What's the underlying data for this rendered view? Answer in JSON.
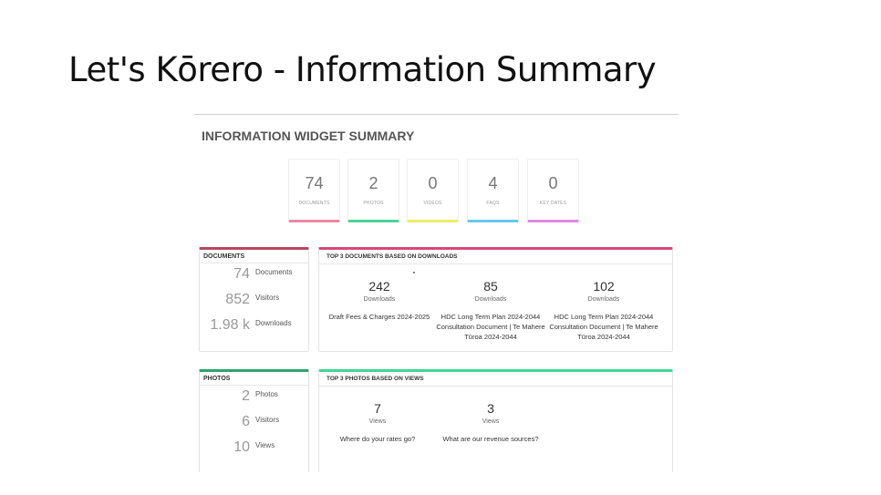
{
  "slide": {
    "title": "Let's Kōrero - Information Summary"
  },
  "widget": {
    "heading": "INFORMATION WIDGET SUMMARY",
    "stats": [
      {
        "value": "74",
        "label": "DOCUMENTS",
        "color": "#e98aa6"
      },
      {
        "value": "2",
        "label": "PHOTOS",
        "color": "#4fd29a"
      },
      {
        "value": "0",
        "label": "VIDEOS",
        "color": "#ecec6a"
      },
      {
        "value": "4",
        "label": "FAQS",
        "color": "#66c8ee"
      },
      {
        "value": "0",
        "label": "KEY DATES",
        "color": "#e187e1"
      }
    ]
  },
  "documents": {
    "heading": "DOCUMENTS",
    "accent": "#b8465f",
    "rows": [
      {
        "value": "74",
        "label": "Documents"
      },
      {
        "value": "852",
        "label": "Visitors"
      },
      {
        "value": "1.98 k",
        "label": "Downloads"
      }
    ],
    "top": {
      "heading": "TOP 3 DOCUMENTS BASED ON DOWNLOADS",
      "accent": "#d9467a",
      "items": [
        {
          "value": "242",
          "unit": "Downloads",
          "name": "Draft Fees & Charges 2024-2025"
        },
        {
          "value": "85",
          "unit": "Downloads",
          "name": "HDC Long Term Plan 2024-2044 Consultation Document | Te Mahere Tūroa 2024-2044"
        },
        {
          "value": "102",
          "unit": "Downloads",
          "name": "HDC Long Term Plan 2024-2044 Consultation Document | Te Mahere Tūroa 2024-2044"
        }
      ]
    }
  },
  "photos": {
    "heading": "PHOTOS",
    "accent": "#2fa36f",
    "rows": [
      {
        "value": "2",
        "label": "Photos"
      },
      {
        "value": "6",
        "label": "Visitors"
      },
      {
        "value": "10",
        "label": "Views"
      }
    ],
    "top": {
      "heading": "TOP 3 PHOTOS BASED ON VIEWS",
      "accent": "#3fd896",
      "items": [
        {
          "value": "7",
          "unit": "Views",
          "name": "Where do your rates go?"
        },
        {
          "value": "3",
          "unit": "Views",
          "name": "What are our revenue sources?"
        }
      ]
    }
  }
}
